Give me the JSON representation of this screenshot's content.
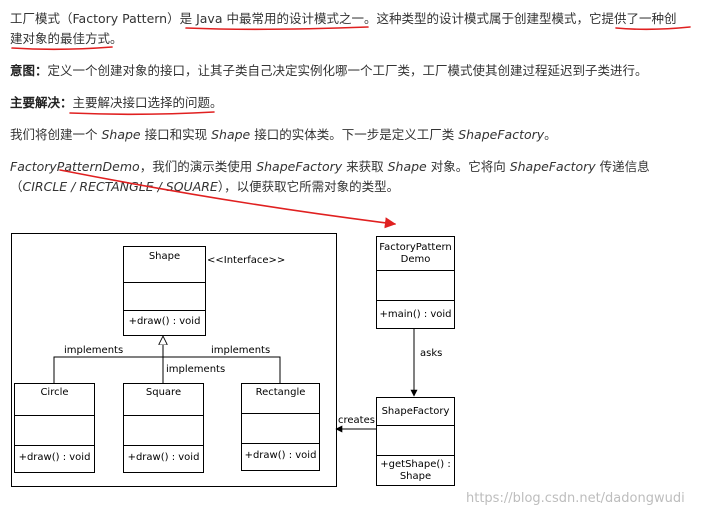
{
  "para1": {
    "line1": "工厂模式（Factory Pattern）是 Java 中最常用的设计模式之一。这种类型的设计模式属于创建型模式，它提供了一种创",
    "line2": "建对象的最佳方式。"
  },
  "para2": {
    "bold": "意图：",
    "text": "定义一个创建对象的接口，让其子类自己决定实例化哪一个工厂类，工厂模式使其创建过程延迟到子类进行。"
  },
  "para3": {
    "bold": "主要解决：",
    "text": "主要解决接口选择的问题。"
  },
  "para4": {
    "t1": "我们将创建一个 ",
    "i1": "Shape",
    "t2": " 接口和实现 ",
    "i2": "Shape",
    "t3": " 接口的实体类。下一步是定义工厂类 ",
    "i3": "ShapeFactory",
    "t4": "。"
  },
  "para5": {
    "i1": "FactoryPatternDemo",
    "t1": "，我们的演示类使用 ",
    "i2": "ShapeFactory",
    "t2": " 来获取 ",
    "i3": "Shape",
    "t3": " 对象。它将向 ",
    "i4": "ShapeFactory",
    "t4": " 传递信息",
    "t5": "（",
    "i5": "CIRCLE / RECTANGLE / SQUARE",
    "t6": "），以便获取它所需对象的类型。"
  },
  "diagram": {
    "shape": {
      "name": "Shape",
      "stereotype": "<<Interface>>",
      "method": "+draw() : void"
    },
    "circle": {
      "name": "Circle",
      "method": "+draw() : void"
    },
    "square": {
      "name": "Square",
      "method": "+draw() : void"
    },
    "rectangle": {
      "name": "Rectangle",
      "method": "+draw() : void"
    },
    "demo": {
      "name_line1": "FactoryPattern",
      "name_line2": "Demo",
      "method": "+main() : void"
    },
    "factory": {
      "name": "ShapeFactory",
      "method_line1": "+getShape() :",
      "method_line2": "Shape"
    },
    "labels": {
      "implements_left": "implements",
      "implements_center": "implements",
      "implements_right": "implements",
      "asks": "asks",
      "creates": "creates"
    }
  },
  "watermark": "https://blog.csdn.net/dadongwudi",
  "colors": {
    "annotation": "#e02020",
    "text": "#333333",
    "watermark": "#bdbdbd"
  }
}
